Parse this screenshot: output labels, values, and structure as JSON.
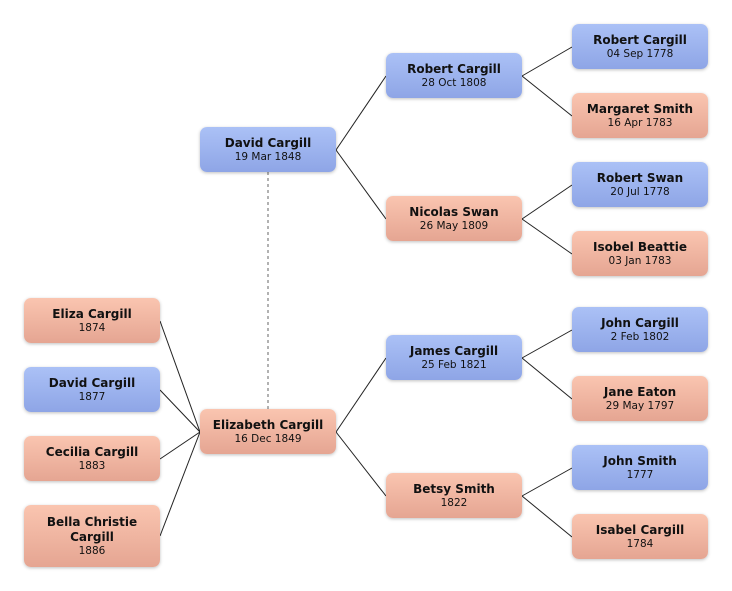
{
  "father": {
    "name": "David Cargill",
    "date": "19 Mar 1848",
    "sex": "male"
  },
  "mother": {
    "name": "Elizabeth Cargill",
    "date": "16 Dec 1849",
    "sex": "female"
  },
  "grandparents": [
    {
      "name": "Robert Cargill",
      "date": "28 Oct 1808",
      "sex": "male"
    },
    {
      "name": "Nicolas Swan",
      "date": "26 May 1809",
      "sex": "female"
    },
    {
      "name": "James Cargill",
      "date": "25 Feb 1821",
      "sex": "male"
    },
    {
      "name": "Betsy Smith",
      "date": "1822",
      "sex": "female"
    }
  ],
  "great_grandparents": [
    {
      "name": "Robert Cargill",
      "date": "04 Sep 1778",
      "sex": "male"
    },
    {
      "name": "Margaret Smith",
      "date": "16 Apr 1783",
      "sex": "female"
    },
    {
      "name": "Robert Swan",
      "date": "20 Jul 1778",
      "sex": "male"
    },
    {
      "name": "Isobel Beattie",
      "date": "03 Jan 1783",
      "sex": "female"
    },
    {
      "name": "John Cargill",
      "date": "2 Feb 1802",
      "sex": "male"
    },
    {
      "name": "Jane Eaton",
      "date": "29 May 1797",
      "sex": "female"
    },
    {
      "name": "John Smith",
      "date": "1777",
      "sex": "male"
    },
    {
      "name": "Isabel Cargill",
      "date": "1784",
      "sex": "female"
    }
  ],
  "children": [
    {
      "name": "Eliza Cargill",
      "date": "1874",
      "sex": "female"
    },
    {
      "name": "David Cargill",
      "date": "1877",
      "sex": "male"
    },
    {
      "name": "Cecilia Cargill",
      "date": "1883",
      "sex": "female"
    },
    {
      "name": "Bella Christie Cargill",
      "date": "1886",
      "sex": "female"
    }
  ],
  "colors": {
    "male": "#9bb2ee",
    "female": "#f0b5a0",
    "line": "#222222"
  }
}
